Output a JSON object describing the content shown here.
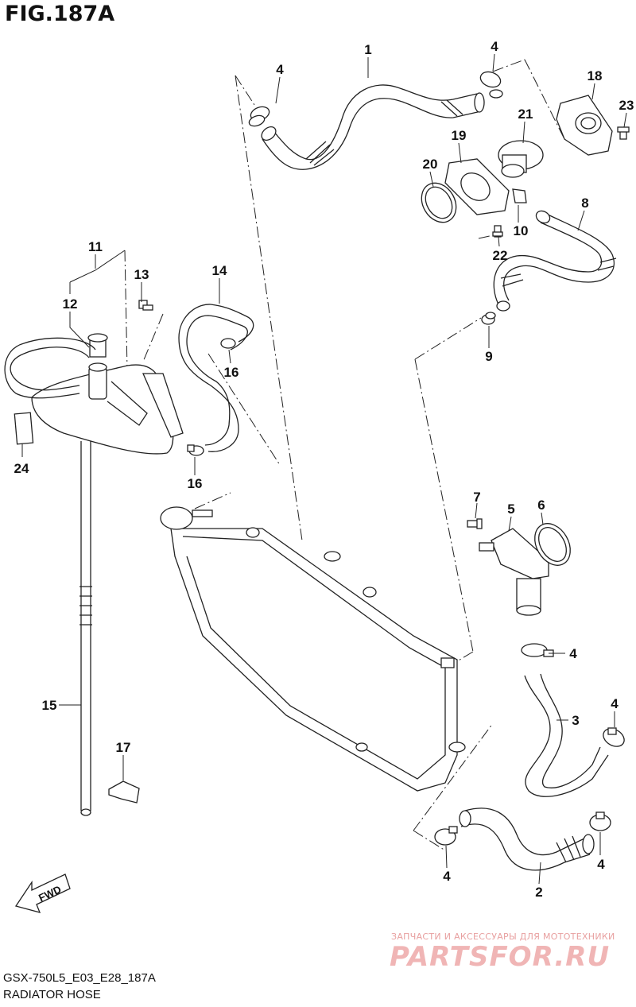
{
  "figure": {
    "title": "FIG.187A",
    "code": "GSX-750L5_E03_E28_187A",
    "name": "RADIATOR HOSE"
  },
  "watermark": {
    "line1": "ЗАПЧАСТИ И АКСЕССУАРЫ ДЛЯ МОТОТЕХНИКИ",
    "line2": "PARTSFOR.RU"
  },
  "fwd": {
    "label": "FWD"
  },
  "callouts": [
    {
      "id": "c1",
      "label": "1"
    },
    {
      "id": "c4a",
      "label": "4"
    },
    {
      "id": "c4b",
      "label": "4"
    },
    {
      "id": "c18",
      "label": "18"
    },
    {
      "id": "c23",
      "label": "23"
    },
    {
      "id": "c21",
      "label": "21"
    },
    {
      "id": "c19",
      "label": "19"
    },
    {
      "id": "c20",
      "label": "20"
    },
    {
      "id": "c8",
      "label": "8"
    },
    {
      "id": "c10",
      "label": "10"
    },
    {
      "id": "c22",
      "label": "22"
    },
    {
      "id": "c11",
      "label": "11"
    },
    {
      "id": "c12",
      "label": "12"
    },
    {
      "id": "c13",
      "label": "13"
    },
    {
      "id": "c14",
      "label": "14"
    },
    {
      "id": "c16a",
      "label": "16"
    },
    {
      "id": "c16b",
      "label": "16"
    },
    {
      "id": "c24",
      "label": "24"
    },
    {
      "id": "c9",
      "label": "9"
    },
    {
      "id": "c7",
      "label": "7"
    },
    {
      "id": "c5",
      "label": "5"
    },
    {
      "id": "c6",
      "label": "6"
    },
    {
      "id": "c4c",
      "label": "4"
    },
    {
      "id": "c3",
      "label": "3"
    },
    {
      "id": "c4d",
      "label": "4"
    },
    {
      "id": "c15",
      "label": "15"
    },
    {
      "id": "c17",
      "label": "17"
    },
    {
      "id": "c4e",
      "label": "4"
    },
    {
      "id": "c2",
      "label": "2"
    },
    {
      "id": "c4f",
      "label": "4"
    }
  ]
}
